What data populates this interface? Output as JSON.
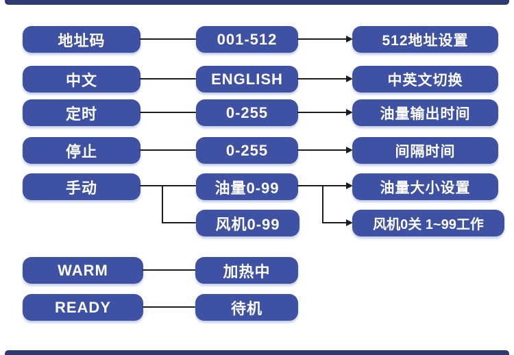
{
  "diagram_title": "device-menu-flow",
  "colors": {
    "pill_blue": "#3f51a2",
    "edge_bar": "#2e3b72",
    "connector": "#1d1d1d",
    "text": "#ffffff",
    "background": "#ffffff"
  },
  "rows": [
    {
      "left": "地址码",
      "middle": "001-512",
      "right": "512地址设置"
    },
    {
      "left": "中文",
      "middle": "ENGLISH",
      "right": "中英文切换"
    },
    {
      "left": "定时",
      "middle": "0-255",
      "right": "油量输出时间"
    },
    {
      "left": "停止",
      "middle": "0-255",
      "right": "间隔时间"
    }
  ],
  "manual": {
    "left": "手动",
    "branch_top": {
      "middle": "油量0-99",
      "right": "油量大小设置"
    },
    "branch_bottom": {
      "middle": "风机0-99",
      "right": "风机0关 1~99工作"
    }
  },
  "status_rows": [
    {
      "left": "WARM",
      "right": "加热中"
    },
    {
      "left": "READY",
      "right": "待机"
    }
  ]
}
